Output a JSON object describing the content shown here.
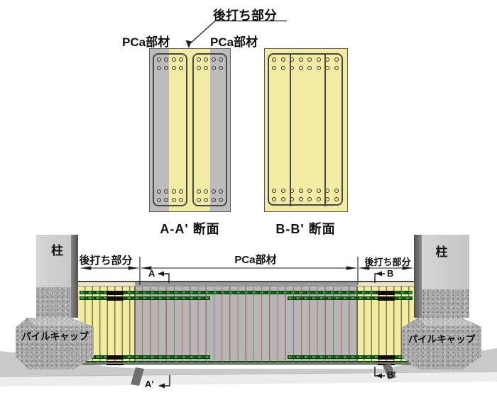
{
  "title_labels": {
    "postcast": "後打ち部分",
    "pca_left": "PCa部材",
    "pca_right": "PCa部材"
  },
  "sections": {
    "aa": {
      "caption": "A-A' 断面",
      "circles_per_row": 4
    },
    "bb": {
      "caption": "B-B' 断面",
      "circles_per_row": 8
    }
  },
  "elevation": {
    "column_left": "柱",
    "column_right": "柱",
    "pilecap_left": "パイルキャップ",
    "pilecap_right": "パイルキャップ",
    "dim_left": "後打ち部分",
    "dim_center": "PCa部材",
    "dim_right": "後打ち部分",
    "marker_a": "A",
    "marker_a_prime": "A'",
    "marker_b": "B",
    "marker_b_prime": "B'"
  },
  "colors": {
    "postcast_yellow": "#f2eba3",
    "pca_grey": "#bcbcbc",
    "rebar_green": "#1e7d20",
    "stirrup_red": "#a86f6f",
    "stirrup_olive": "#85803c",
    "concrete_light": "#cdcdcd",
    "concrete_speckle": "#ababab",
    "line_dark": "#1a1a1a"
  }
}
